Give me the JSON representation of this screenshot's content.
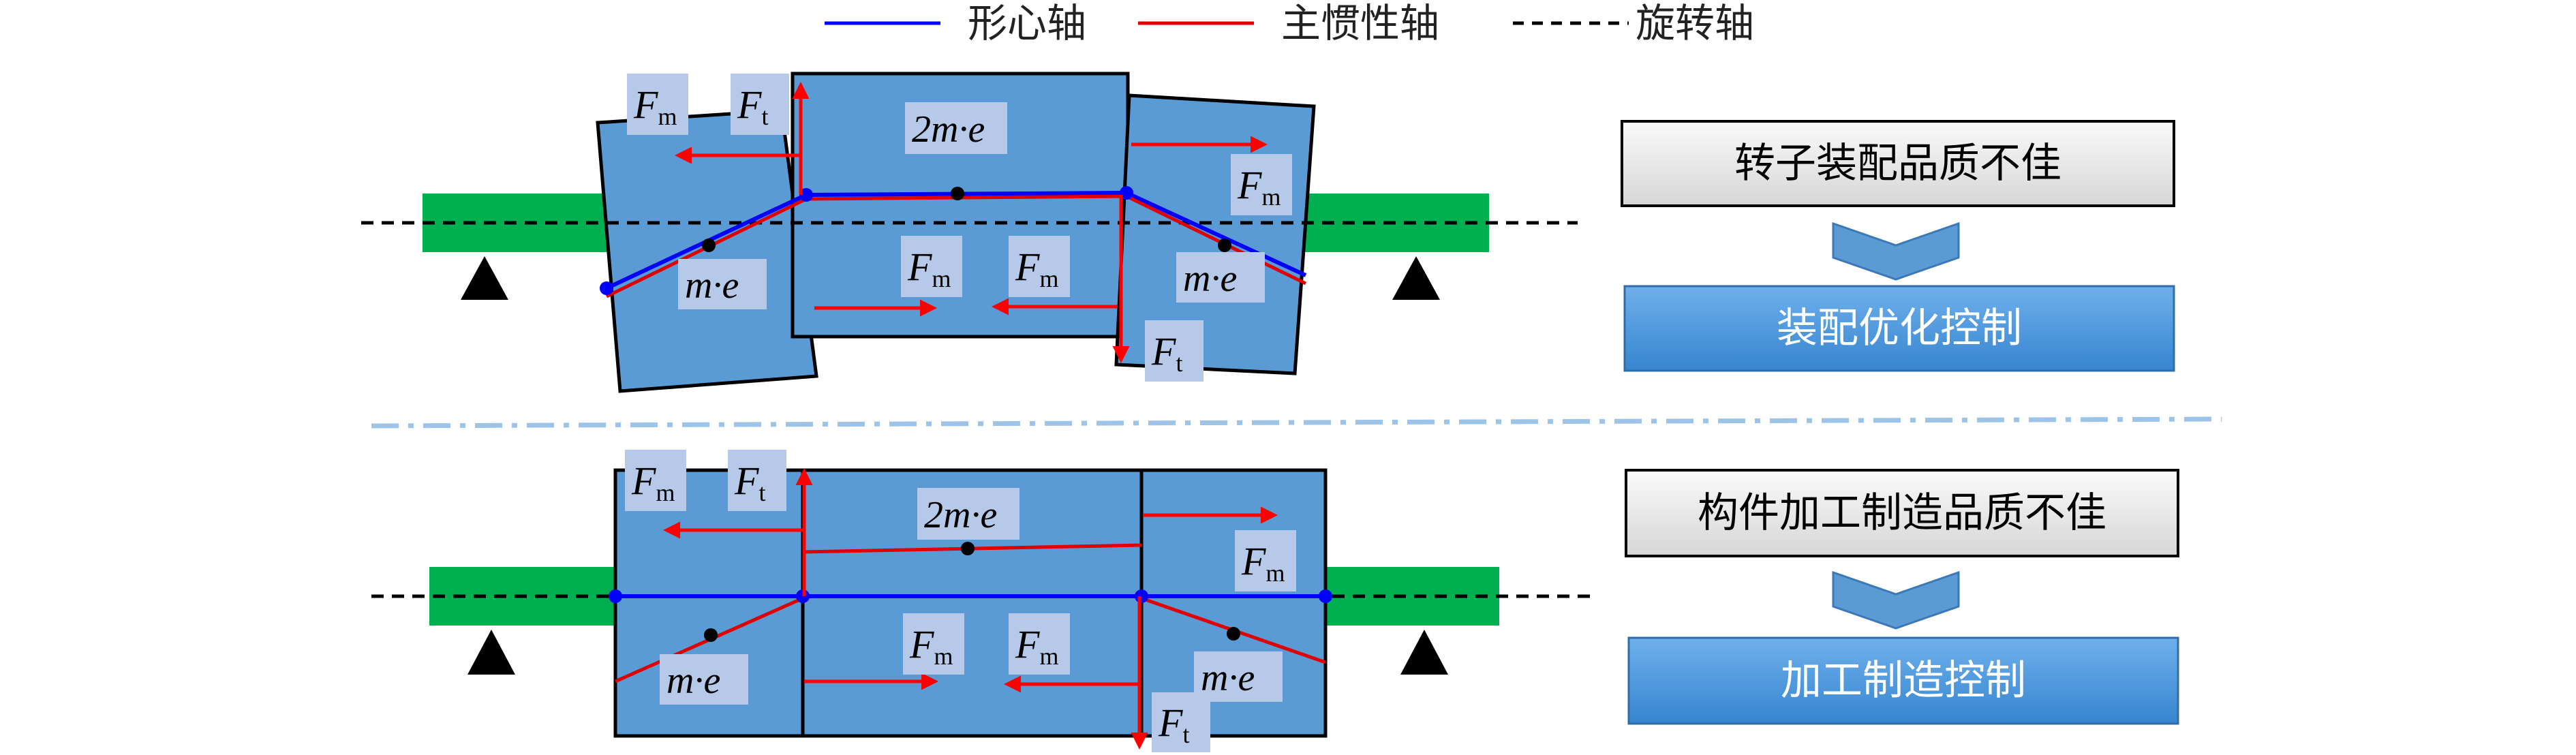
{
  "legend": {
    "centroid_axis": "形心轴",
    "principal_inertia_axis": "主惯性轴",
    "rotation_axis": "旋转轴"
  },
  "labels": {
    "force_m": "F",
    "force_m_sub": "m",
    "force_t": "F",
    "force_t_sub": "t",
    "mass_center": "2m·e",
    "mass_side": "m·e"
  },
  "flow": {
    "top": {
      "problem": "转子装配品质不佳",
      "solution": "装配优化控制"
    },
    "bottom": {
      "problem": "构件加工制造品质不佳",
      "solution": "加工制造控制"
    }
  },
  "colors": {
    "block": "#5B9BD5",
    "support": "#00B050",
    "centroid_axis": "#0000FF",
    "principal_axis": "#E00000",
    "force": "#FF0000",
    "label_bg": "#B7C9E8",
    "problem_box": "#E6E6E6",
    "solution_box": "#4A95DA",
    "chevron": "#5B9BD5"
  }
}
